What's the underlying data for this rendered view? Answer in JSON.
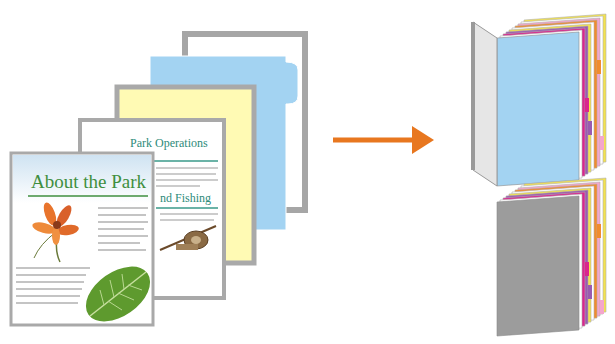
{
  "diagram": {
    "nodes": [
      {
        "text": [
          "About the Park"
        ]
      },
      {
        "text": [
          "Park Operations",
          "nd Fishing"
        ]
      }
    ]
  }
}
